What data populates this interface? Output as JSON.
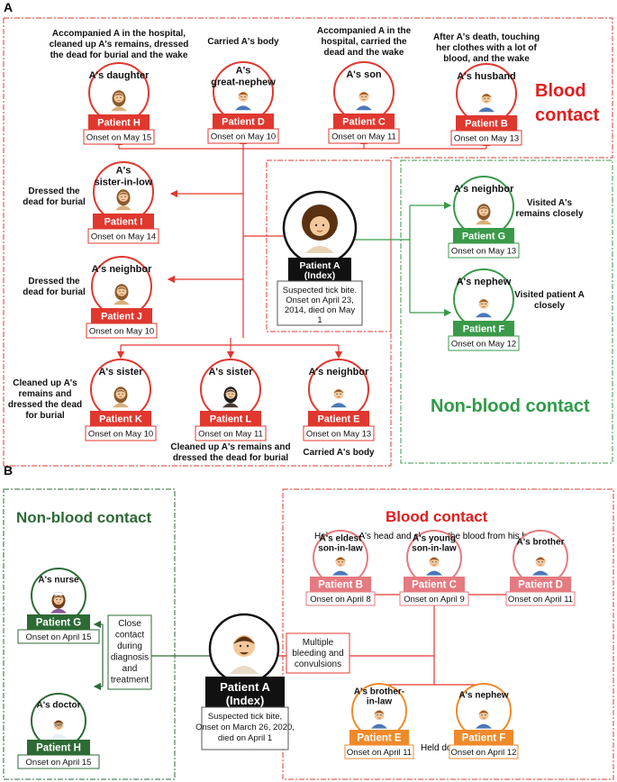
{
  "panelA": {
    "label": "A",
    "blood_title_1": "Blood",
    "blood_title_2": "contact",
    "nonblood_title": "Non-blood contact",
    "index": {
      "role": "Patient A",
      "role2": "(Index)",
      "note": [
        "Suspected tick bite.",
        "Onset on April 23,",
        "2014, died on May",
        "1"
      ]
    },
    "patients": {
      "H": {
        "relation": [
          "A's daughter"
        ],
        "name": "Patient H",
        "onset": "Onset on May 15",
        "desc": [
          "Accompanied A in the hospital,",
          "cleaned up A's remains, dressed",
          "the dead for burial and the wake"
        ]
      },
      "D": {
        "relation": [
          "A's",
          "great-nephew"
        ],
        "name": "Patient D",
        "onset": "Onset on May 10",
        "desc": [
          "Carried A's body"
        ]
      },
      "C": {
        "relation": [
          "A's son"
        ],
        "name": "Patient C",
        "onset": "Onset on May 11",
        "desc": [
          "Accompanied A in the",
          "hospital, carried the",
          "dead and the wake"
        ]
      },
      "B": {
        "relation": [
          "A's husband"
        ],
        "name": "Patient B",
        "onset": "Onset on May 13",
        "desc": [
          "After A's death, touching",
          "her clothes with a lot of",
          "blood, and the wake"
        ]
      },
      "I": {
        "relation": [
          "A's",
          "sister-in-low"
        ],
        "name": "Patient I",
        "onset": "Onset on May 14",
        "desc": [
          "Dressed the",
          "dead for burial"
        ]
      },
      "J": {
        "relation": [
          "A's neighbor"
        ],
        "name": "Patient J",
        "onset": "Onset on May 10",
        "desc": [
          "Dressed the",
          "dead for burial"
        ]
      },
      "K": {
        "relation": [
          "A's sister"
        ],
        "name": "Patient K",
        "onset": "Onset on May 10",
        "desc": [
          "Cleaned up A's",
          "remains and",
          "dressed the dead",
          "for burial"
        ]
      },
      "L": {
        "relation": [
          "A's sister"
        ],
        "name": "Patient L",
        "onset": "Onset on May 11",
        "desc": [
          "Cleaned up A's remains and",
          "dressed the dead for burial"
        ]
      },
      "E": {
        "relation": [
          "A's neighbor"
        ],
        "name": "Patient E",
        "onset": "Onset on May 13",
        "desc": [
          "Carried A's body"
        ]
      },
      "G": {
        "relation": [
          "A's neighbor"
        ],
        "name": "Patient G",
        "onset": "Onset on May 13",
        "desc": [
          "Visited A's",
          "remains closely"
        ]
      },
      "F": {
        "relation": [
          "A's nephew"
        ],
        "name": "Patient F",
        "onset": "Onset on May 12",
        "desc": [
          "Visited patient A",
          "closely"
        ]
      }
    }
  },
  "panelB": {
    "label": "B",
    "nonblood_title": "Non-blood contact",
    "blood_title": "Blood contact",
    "blood_top_note": "Held down A's head and cleaned the blood from his head",
    "blood_bottom_note": "Held down A's limbs",
    "close_contact": [
      "Close",
      "contact",
      "during",
      "diagnosis",
      "and",
      "treatment"
    ],
    "bleeding": [
      "Multiple",
      "bleeding and",
      "convulsions"
    ],
    "index": {
      "role": "Patient A",
      "role2": "(Index)",
      "note": [
        "Suspected tick bite,",
        "Onset on March 26, 2020,",
        "died on April 1"
      ]
    },
    "patients": {
      "G": {
        "relation": [
          "A's nurse"
        ],
        "name": "Patient G",
        "onset": "Onset on April 15"
      },
      "H": {
        "relation": [
          "A's doctor"
        ],
        "name": "Patient H",
        "onset": "Onset on April 15"
      },
      "B": {
        "relation": [
          "A's eldest",
          "son-in-law"
        ],
        "name": "Patient B",
        "onset": "Onset on April 8"
      },
      "C": {
        "relation": [
          "A's young",
          "son-in-law"
        ],
        "name": "Patient C",
        "onset": "Onset on April 9"
      },
      "D": {
        "relation": [
          "A's brother"
        ],
        "name": "Patient D",
        "onset": "Onset on April 11"
      },
      "E": {
        "relation": [
          "A's brother-",
          "in-law"
        ],
        "name": "Patient E",
        "onset": "Onset on April 11"
      },
      "F": {
        "relation": [
          "A's nephew"
        ],
        "name": "Patient F",
        "onset": "Onset on April 12"
      }
    }
  },
  "colors": {
    "red": "#e0382f",
    "red_text": "#e21d1d",
    "green": "#3a9a49",
    "green_text": "#2e9b48",
    "dark_green": "#2d6a35",
    "pink": "#e57a80",
    "orange": "#ef8a2a",
    "black": "#111111"
  }
}
